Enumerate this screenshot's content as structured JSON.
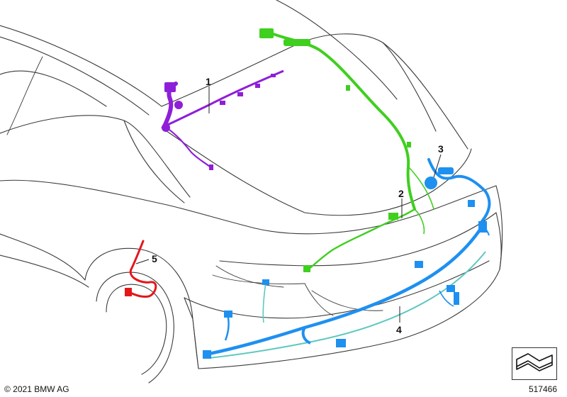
{
  "callouts": [
    {
      "label": "1",
      "part": "harness-1",
      "color": "#8e1fd8"
    },
    {
      "label": "2",
      "part": "harness-2",
      "color": "#3fcf1f"
    },
    {
      "label": "3",
      "part": "harness-3",
      "color": "#1e90f0"
    },
    {
      "label": "4",
      "part": "harness-4",
      "color": "#1e90f0"
    },
    {
      "label": "5",
      "part": "harness-5",
      "color": "#e4161a"
    }
  ],
  "secondary_color": "#5ec8c0",
  "footer": {
    "copyright": "© 2021 BMW AG",
    "document_number": "517466"
  },
  "icons": {
    "corner_symbol": "folded-part-symbol-icon"
  }
}
